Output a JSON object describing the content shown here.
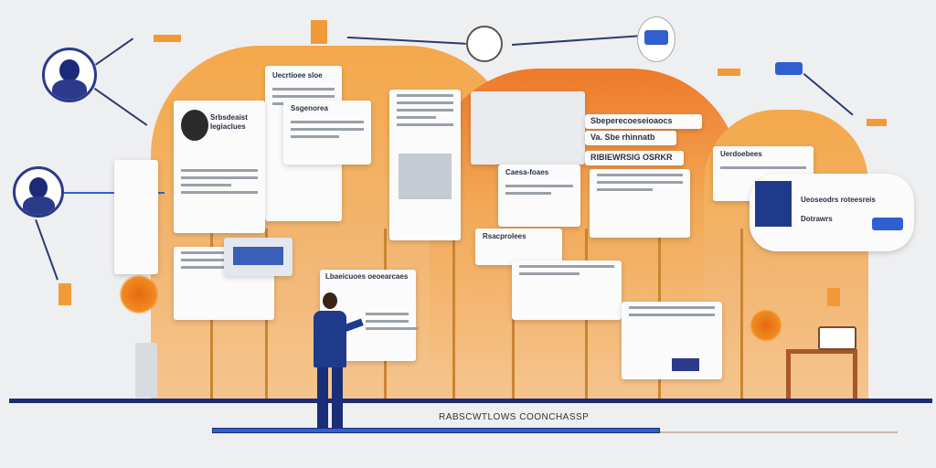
{
  "floor_caption": "RABSCWTLOWS COONCHASSP",
  "cards": {
    "c1_title": "Srbsdeaist Iegiaclues",
    "c2_title": "Uecrtioee sloe",
    "c3_heading1": "Sbeperecoeseioaocs",
    "c3_heading2": "Va. Sbe rhinnatb",
    "c3_heading3": "RIBIEWRSIG OSRKR",
    "c4_title": "Ueoseodrs roteesreis",
    "c4_sub": "Dotrawrs",
    "c5_title": "Ssgenorea",
    "c6_title": "Caesa-foaes",
    "c7_title": "Rsacprolees",
    "c8_title": "Lbaeicuoes oeoearcaes",
    "c9_title": "Uerdoebees"
  },
  "colors": {
    "orange": "#f29a38",
    "navy": "#1f2c6e",
    "blue": "#2f5fd0"
  }
}
